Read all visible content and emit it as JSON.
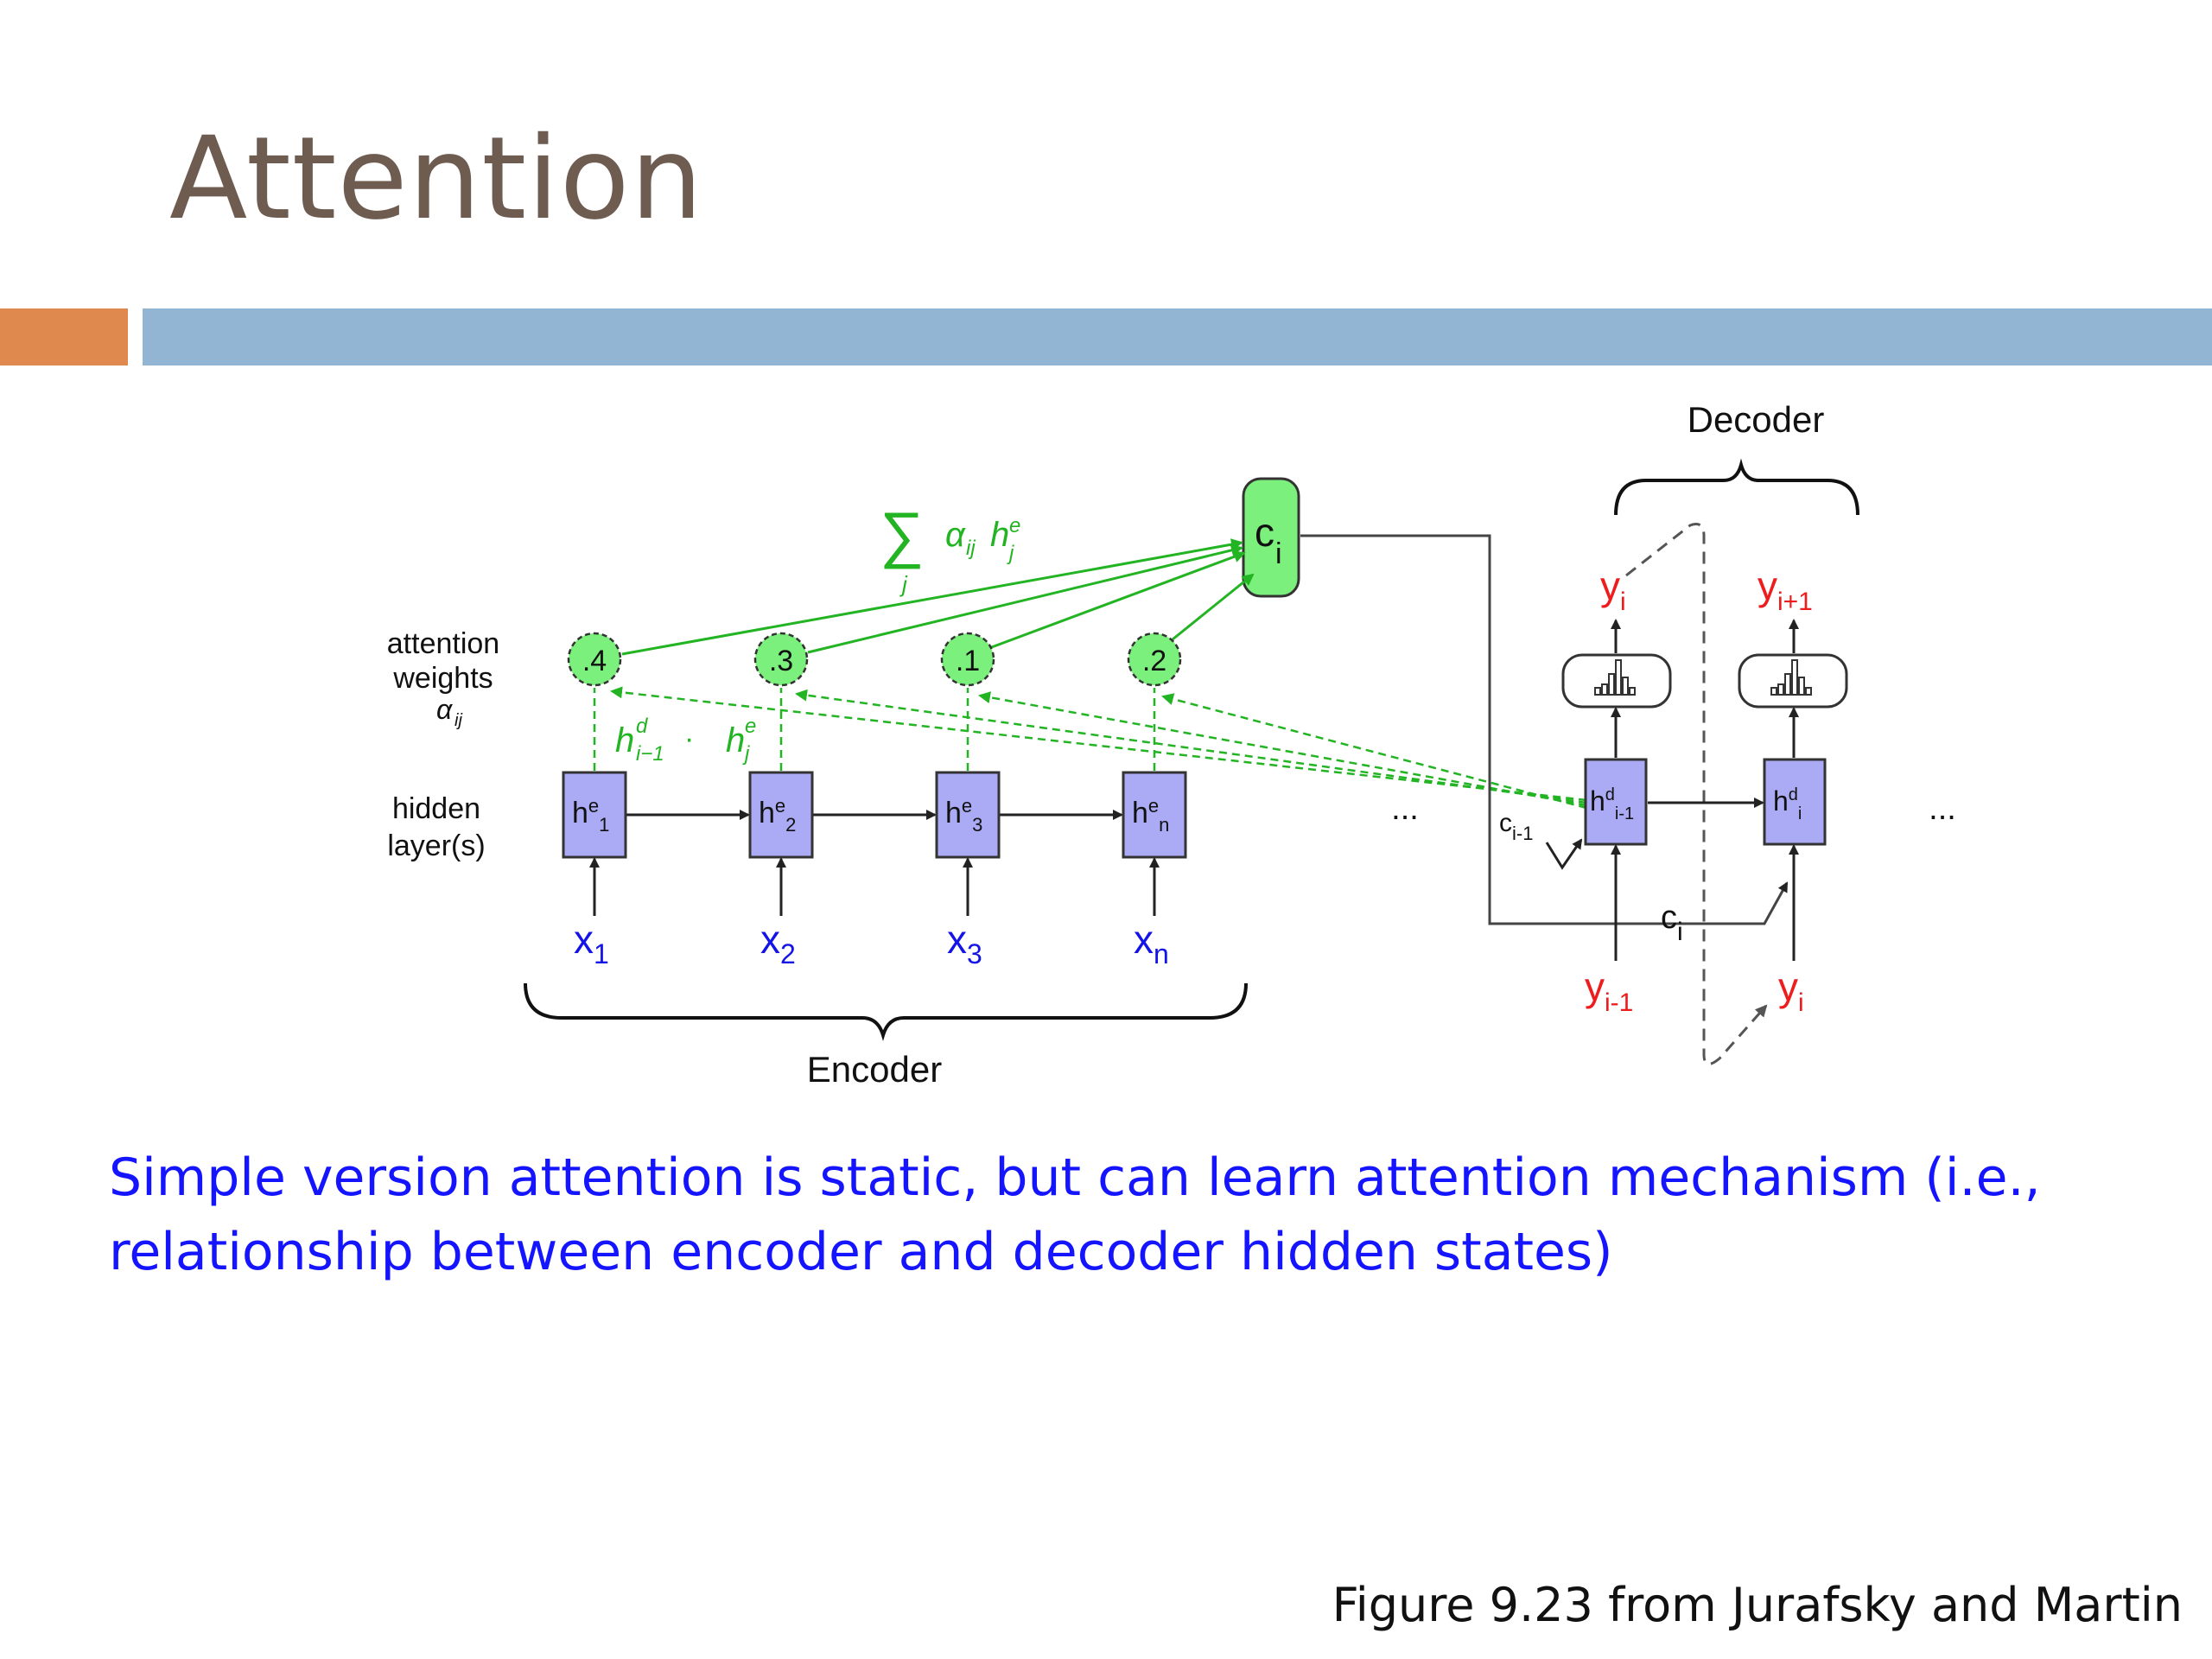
{
  "slide": {
    "title": "Attention",
    "caption": "Simple version attention is static, but can learn attention mechanism (i.e., relationship between encoder and decoder hidden states)",
    "source": "Figure 9.23 from Jurafsky and Martin"
  },
  "diagram": {
    "decoder_label": "Decoder",
    "encoder_label": "Encoder",
    "attention_label": [
      "attention",
      "weights"
    ],
    "hidden_label": [
      "hidden",
      "layer(s)"
    ],
    "weights": [
      ".4",
      ".3",
      ".1",
      ".2"
    ],
    "encoder_states": [
      "h",
      "h",
      "h",
      "h"
    ],
    "inputs": [
      "x",
      "x",
      "x",
      "x"
    ],
    "ellipsis": "...",
    "colors": {
      "green": "#22b422",
      "green_fill": "#7cf07c",
      "node_fill": "#aaaaf5",
      "input_blue": "#1414e6",
      "output_red": "#ee1c1c"
    }
  }
}
